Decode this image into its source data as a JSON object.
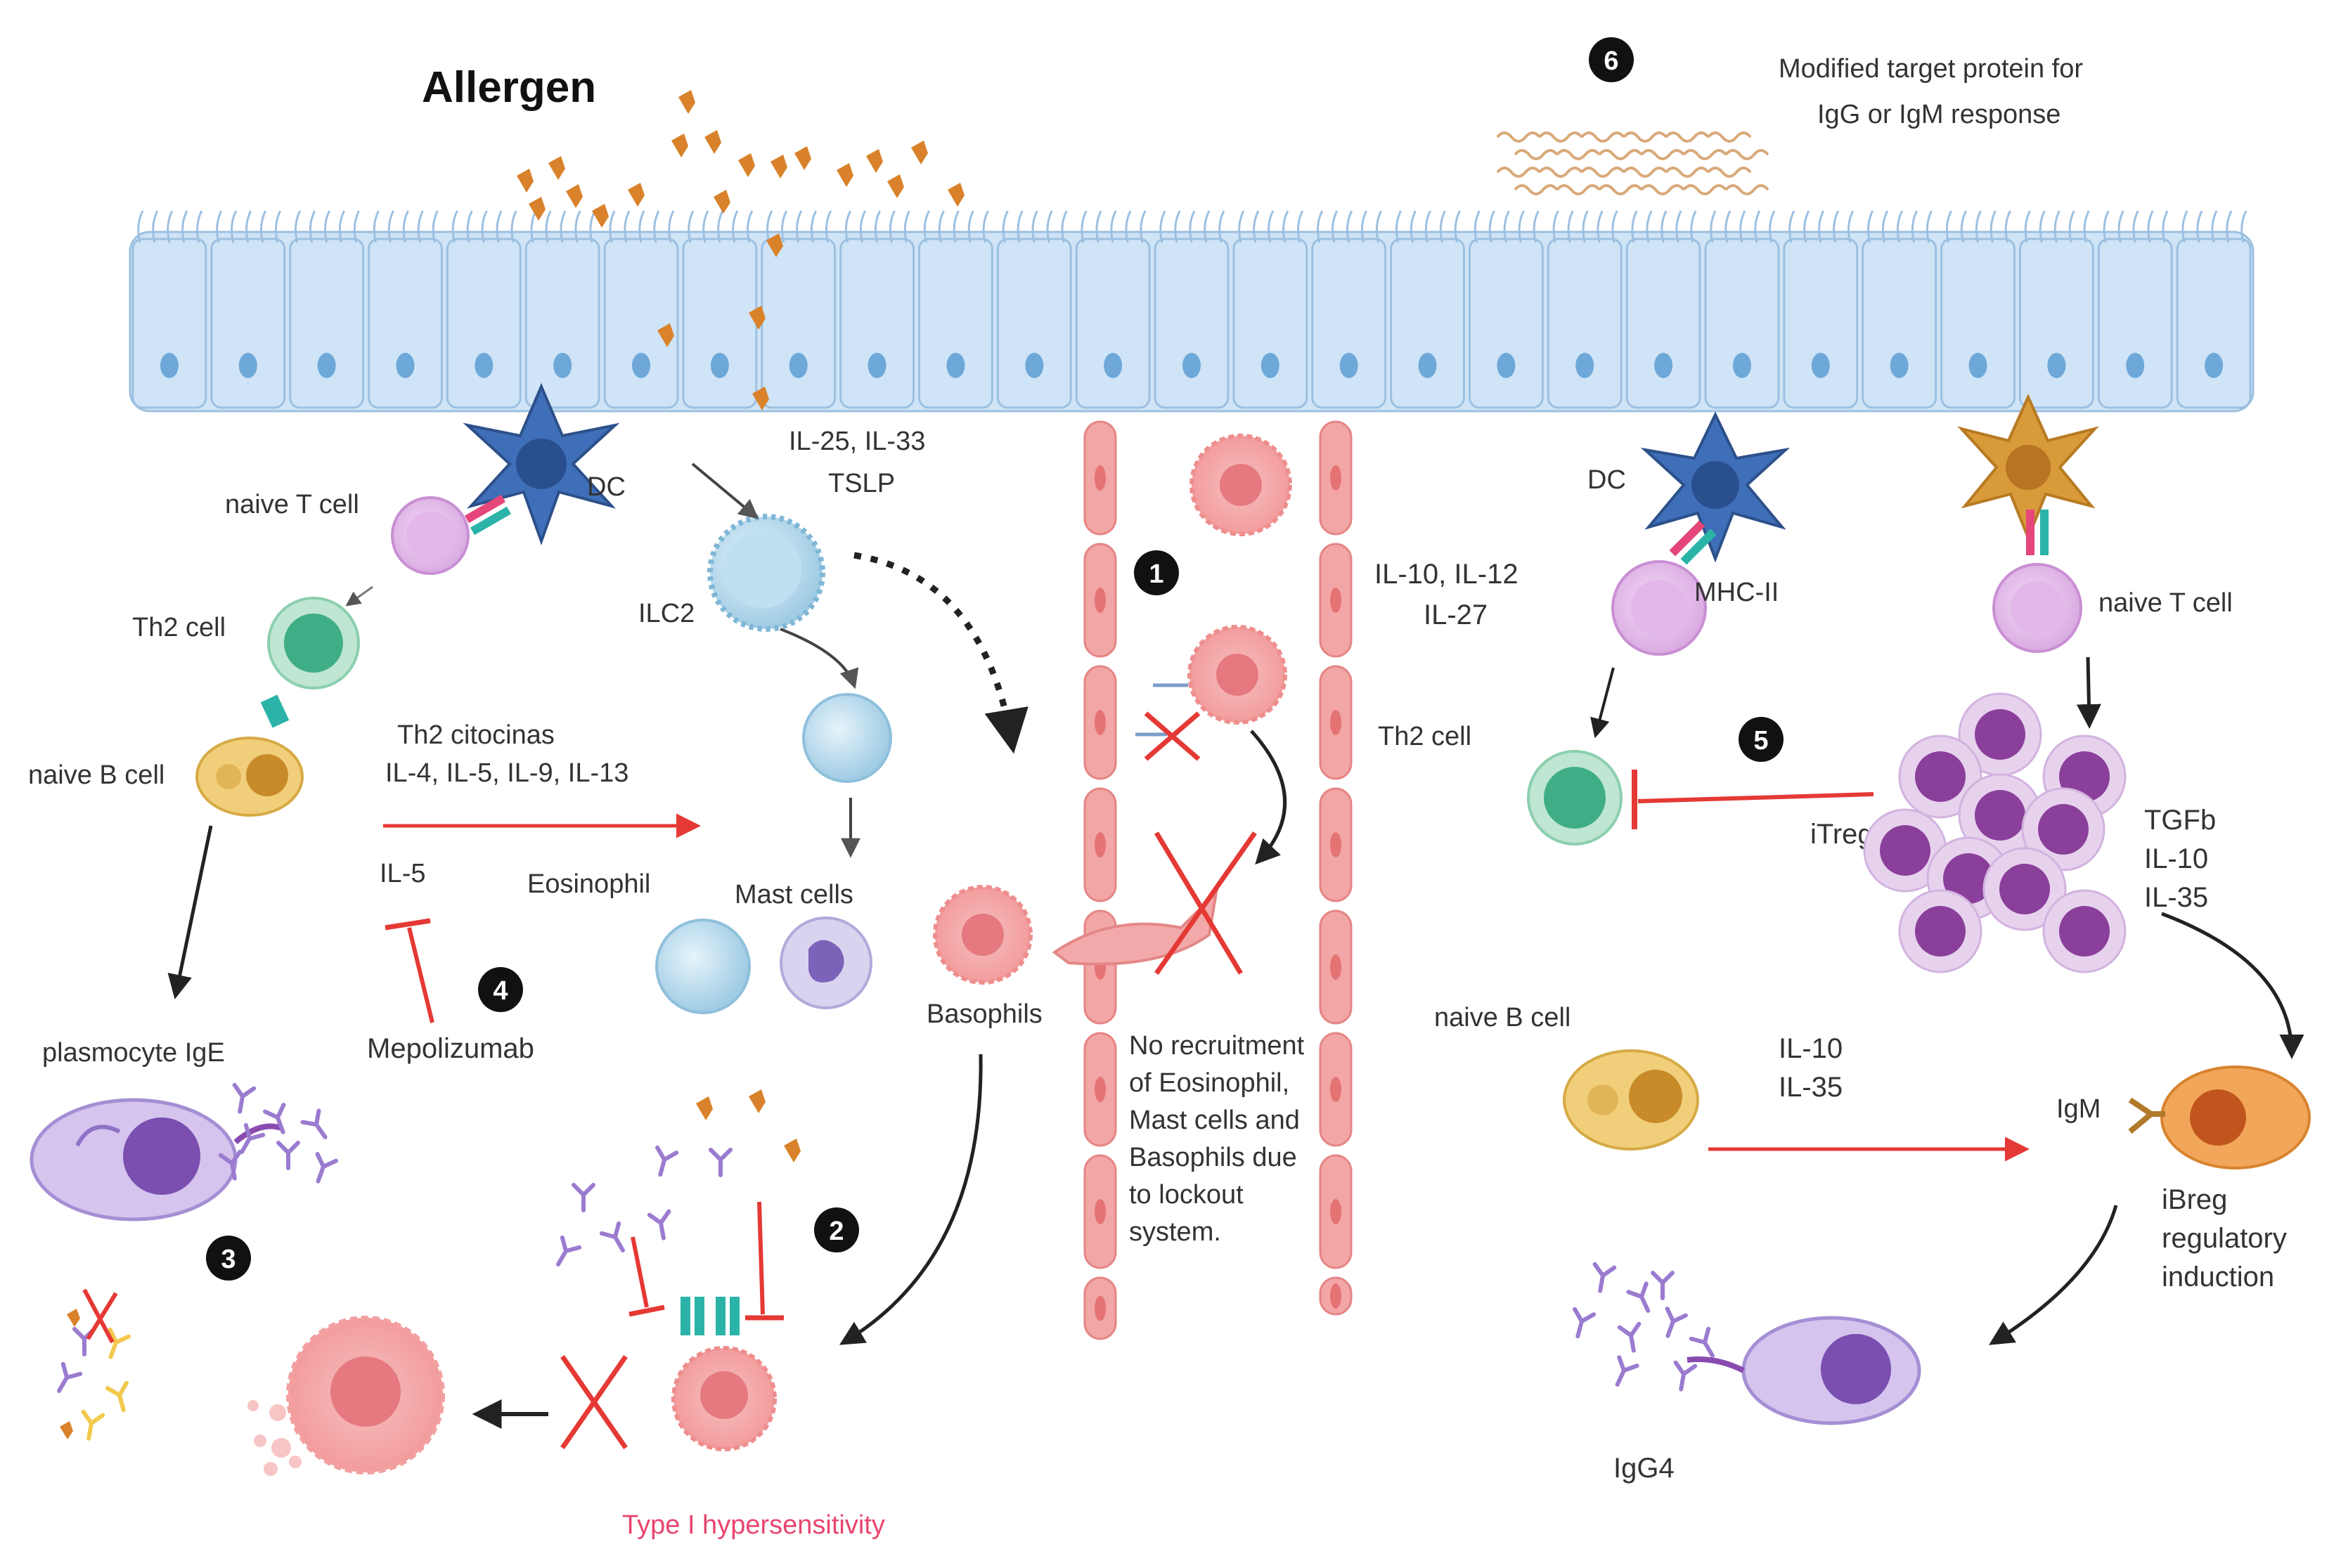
{
  "figure": {
    "title": "Allergen",
    "modified_protein": [
      "Modified target protein for",
      "IgG or IgM response"
    ],
    "labels": {
      "naive_t_cell_left": "naive T cell",
      "dc_left": "DC",
      "th2_cell_left": "Th2 cell",
      "naive_b_cell_left": "naive B cell",
      "il25_il33": "IL-25, IL-33",
      "tslp": "TSLP",
      "ilc2": "ILC2",
      "th2_citocinas": "Th2 citocinas",
      "th2_cytokine_list": "IL-4, IL-5, IL-9, IL-13",
      "il5": "IL-5",
      "eosinophil": "Eosinophil",
      "mast_cells": "Mast cells",
      "basophils": "Basophils",
      "mepolizumab": "Mepolizumab",
      "plasmocyte_ige": "plasmocyte IgE",
      "type1": "Type I hypersensitivity",
      "il10_il12": "IL-10, IL-12",
      "il27": "IL-27",
      "th2_cell_mid": "Th2 cell",
      "no_recruitment": [
        "No recruitment",
        "of Eosinophil,",
        "Mast cells and",
        "Basophils due",
        "to lockout",
        "system."
      ],
      "dc_right": "DC",
      "mhc2": "MHC-II",
      "naive_t_cell_right": "naive T cell",
      "itreg": "iTreg",
      "tgfb": "TGFb",
      "il10_r": "IL-10",
      "il35_r": "IL-35",
      "naive_b_cell_right": "naive B cell",
      "il10_b": "IL-10",
      "il35_b": "IL-35",
      "igm": "IgM",
      "ibreg": [
        "iBreg",
        "regulatory",
        "induction"
      ],
      "igg4": "IgG4"
    },
    "badges": [
      "1",
      "2",
      "3",
      "4",
      "5",
      "6"
    ],
    "colors": {
      "epithelium": "#cfe4f7",
      "epithelium_stroke": "#9cc0e0",
      "nucleus": "#6ea8d8",
      "allergen": "#d9822b",
      "vessel": "#f2a6a6",
      "inhibit": "#e53935",
      "badge": "#111111"
    }
  }
}
